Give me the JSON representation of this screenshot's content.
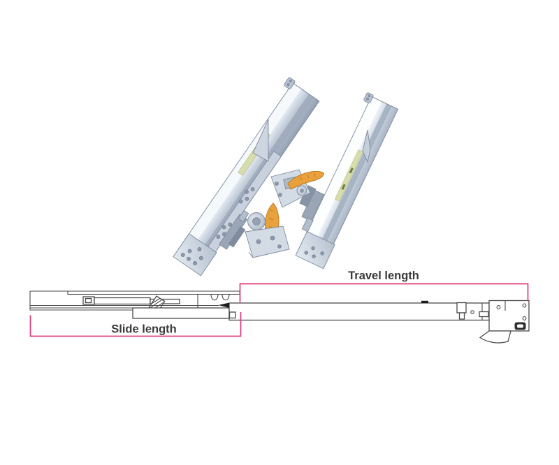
{
  "image": {
    "kind": "product-image-with-dimension-diagram",
    "background": "#ffffff"
  },
  "colors": {
    "dimension_pink": "#dc3d7b",
    "drawing_line": "#4a4a4a",
    "label_text": "#3a3a3a",
    "lever_orange": "#e9a13e",
    "lever_orange_dark": "#bf7c1f",
    "steel_light": "#eff3f7",
    "steel_mid": "#bac4d1",
    "steel_dark": "#8d99ab",
    "tape_green": "#d7ddab"
  },
  "photo": {
    "parts": {
      "left_slide": "undermount drawer slide (left)",
      "right_slide": "undermount drawer slide (right)",
      "rear_clip": "locking clip with orange lever",
      "front_clip": "locking clip with orange lever"
    }
  },
  "diagram": {
    "labels": {
      "travel_length": "Travel length",
      "slide_length": "Slide length"
    }
  }
}
